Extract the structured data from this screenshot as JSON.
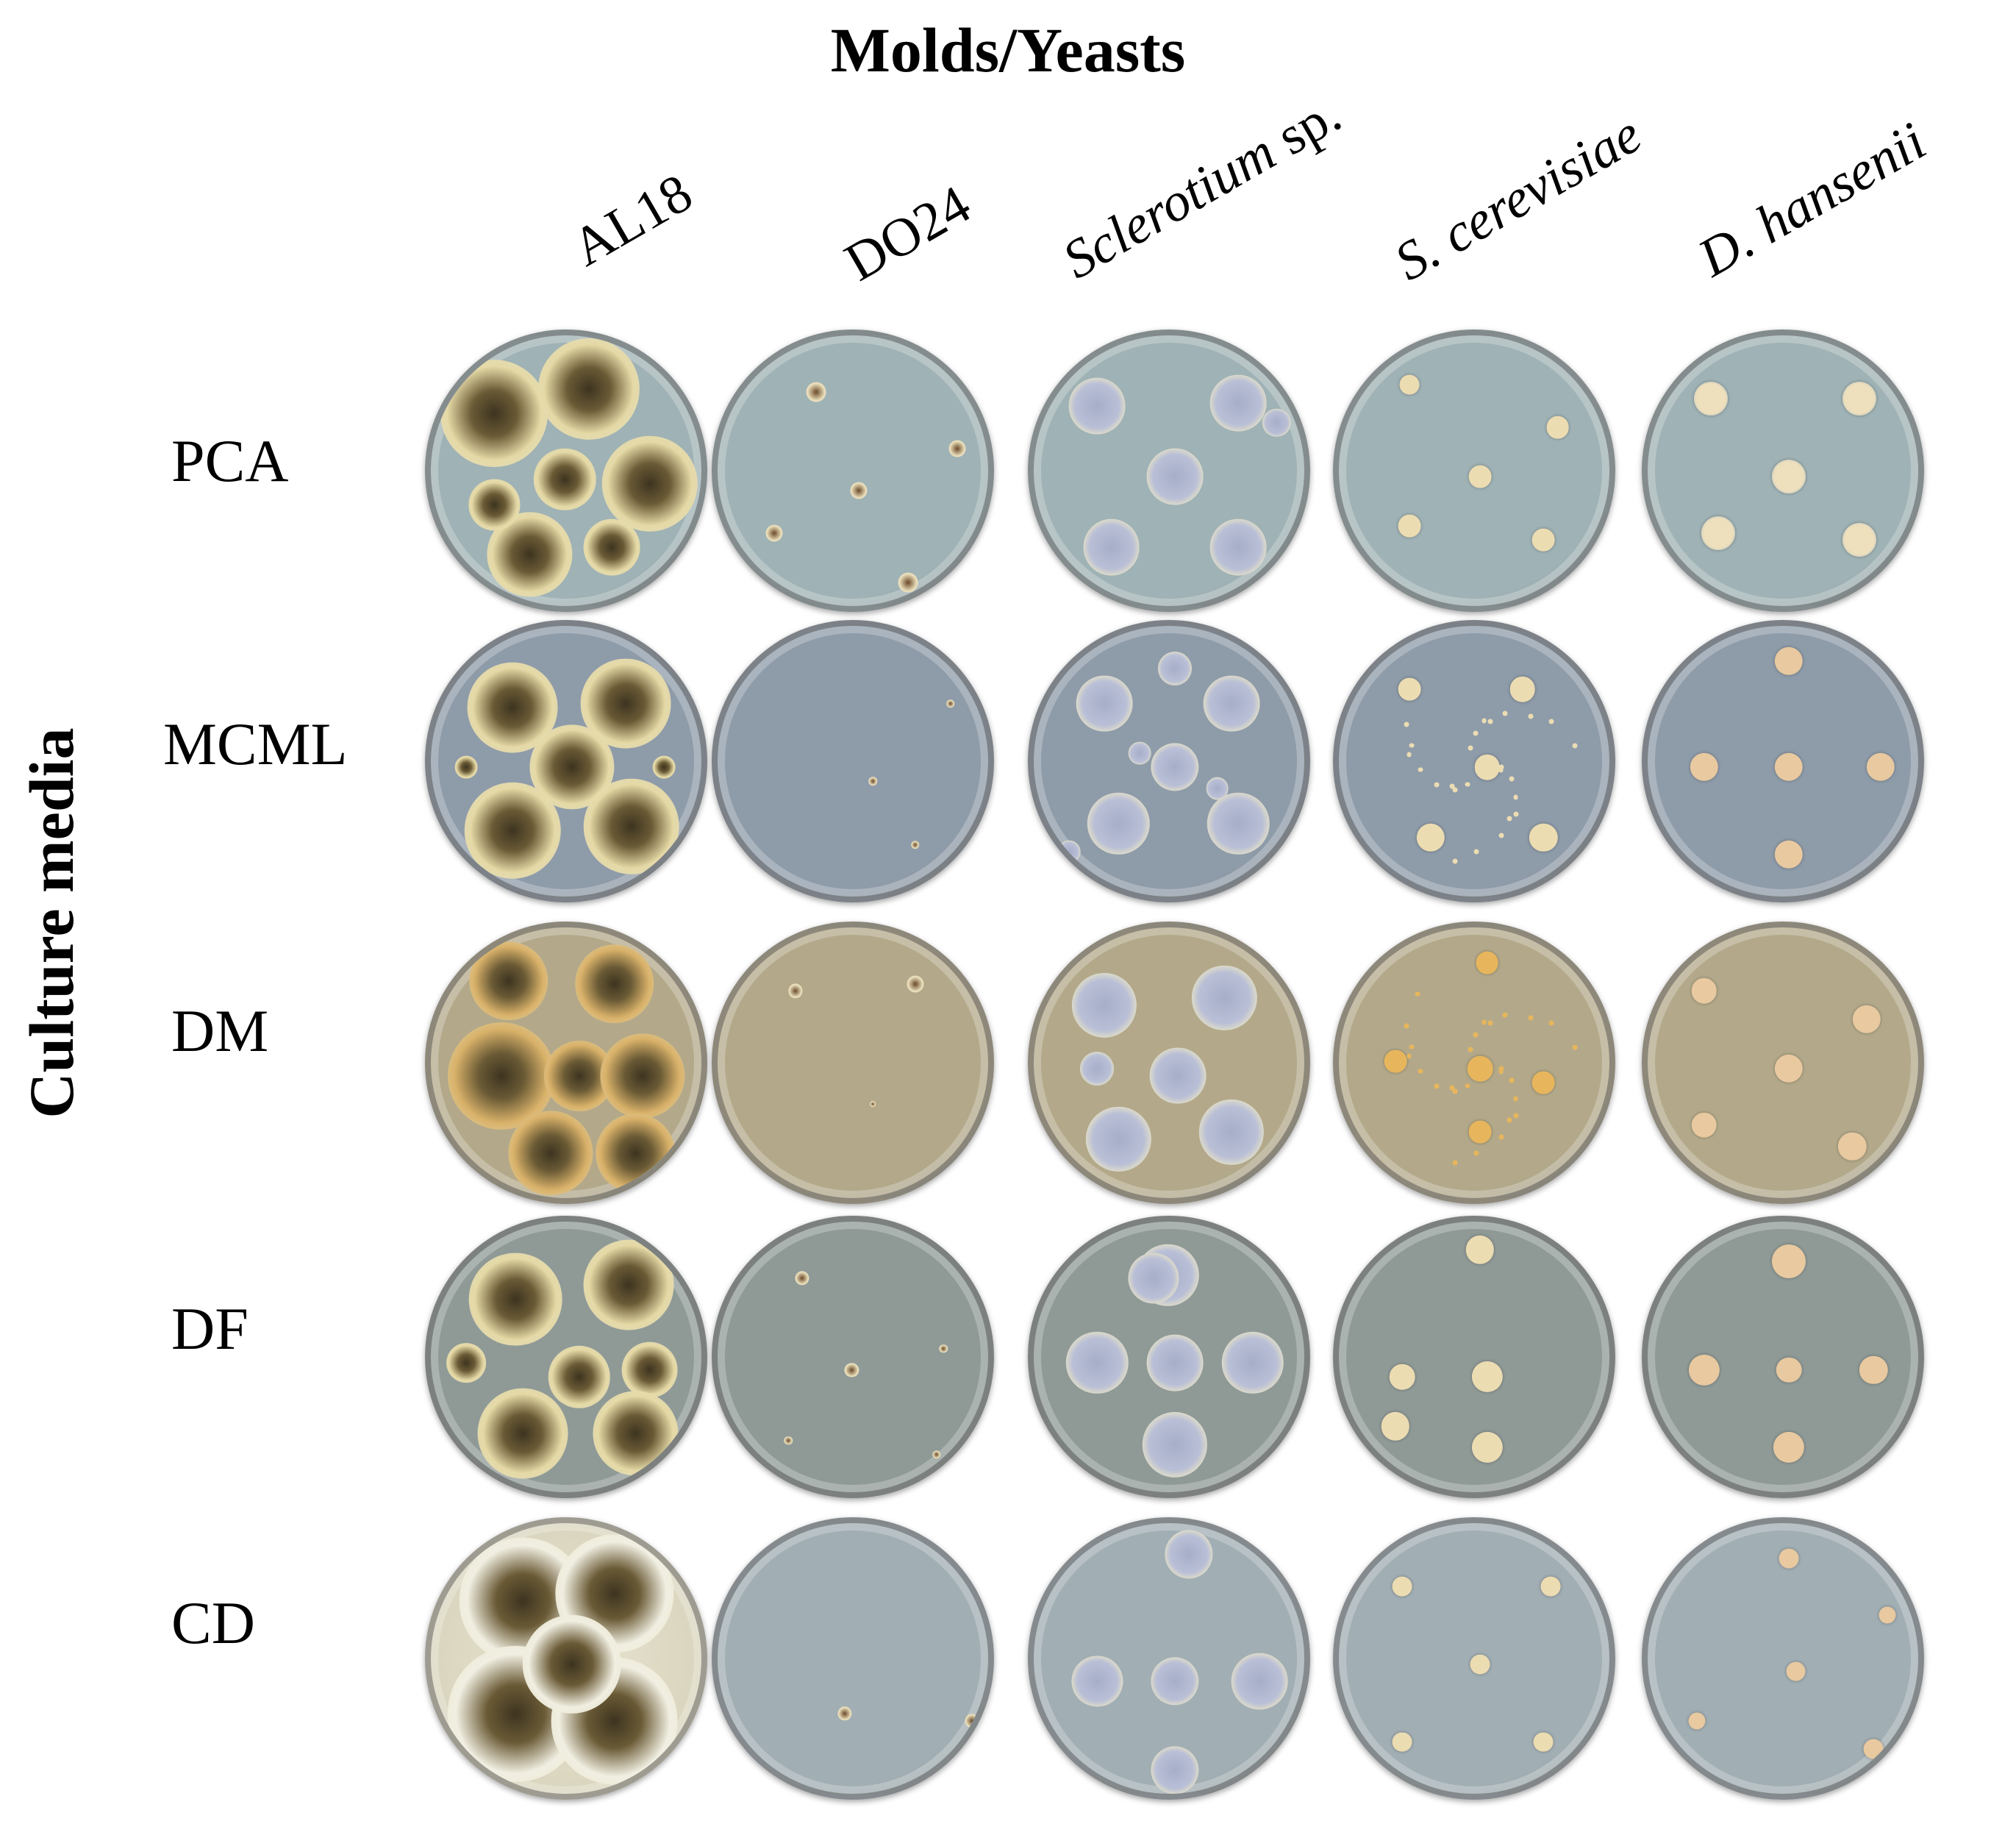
{
  "figure": {
    "title": "Molds/Yeasts",
    "y_axis_label": "Culture media"
  },
  "columns": [
    {
      "text": "AL18",
      "italic": ""
    },
    {
      "text": "DO24",
      "italic": ""
    },
    {
      "text": " sp.",
      "italic": "Sclerotium"
    },
    {
      "text": "",
      "italic": "S. cerevisiae"
    },
    {
      "text": "",
      "italic": "D. hansenii"
    }
  ],
  "rows": [
    {
      "label": "PCA"
    },
    {
      "label": "MCML"
    },
    {
      "label": "DM"
    },
    {
      "label": "DF"
    },
    {
      "label": "CD"
    }
  ],
  "colors": {
    "pca_medium": "#9fb2b5",
    "mcml_medium": "#8e9ba9",
    "dm_medium": "#b3a98a",
    "df_medium": "#8f9a97",
    "cd_medium": "#a1aeb3",
    "mold_dark": "#3d3420",
    "mold_yellow": "#e5d9a6",
    "mold_white": "#f1efe2",
    "sclerotium_center": "#a6aec9",
    "sclerotium_rim": "#efe9c4",
    "yeast_cream": "#ecdcb2",
    "yeast_orange": "#e7b65c"
  }
}
